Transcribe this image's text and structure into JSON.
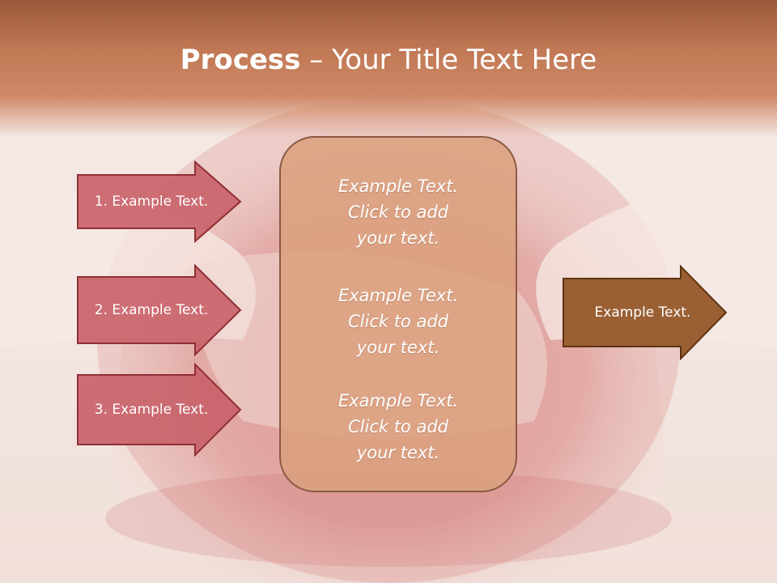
{
  "slide": {
    "title_bold": "Process",
    "title_separator": " – ",
    "title_rest": "Your Title Text Here"
  },
  "left_arrows": [
    {
      "label": "1. Example Text."
    },
    {
      "label": "2. Example Text."
    },
    {
      "label": "3. Example Text."
    }
  ],
  "center_box": {
    "items": [
      {
        "line1": "Example Text.",
        "line2": "Click  to add",
        "line3": "your text."
      },
      {
        "line1": "Example Text.",
        "line2": "Click  to add",
        "line3": "your text."
      },
      {
        "line1": "Example Text.",
        "line2": "Click  to add",
        "line3": "your text."
      }
    ]
  },
  "right_arrow": {
    "label": "Example Text."
  },
  "colors": {
    "title_band": "#c07754",
    "left_arrow_fill": "#c9636a",
    "left_arrow_border": "#8f2f35",
    "center_box_fill": "#dba07e",
    "right_arrow_fill": "#9a5f33",
    "right_arrow_border": "#5e3414"
  }
}
